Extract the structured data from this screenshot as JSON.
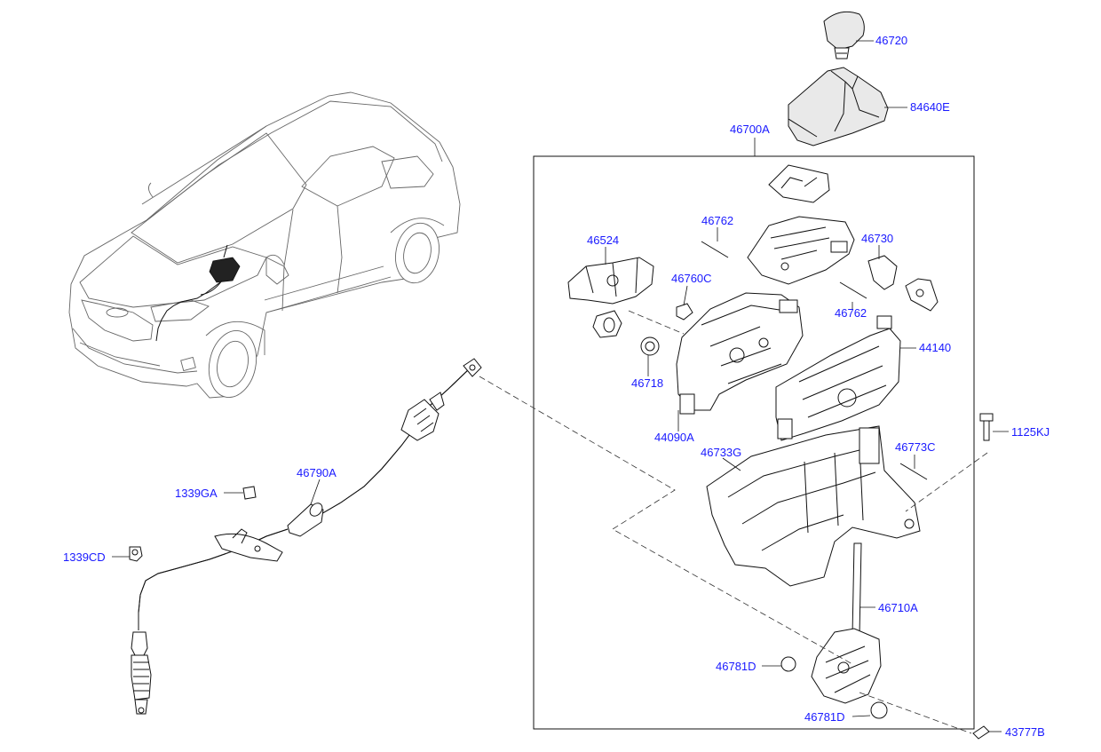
{
  "diagram": {
    "assembly_label": "46700A",
    "labels": [
      {
        "code": "46720"
      },
      {
        "code": "84640E"
      },
      {
        "code": "46700A"
      },
      {
        "code": "46762"
      },
      {
        "code": "46730"
      },
      {
        "code": "46524"
      },
      {
        "code": "46760C"
      },
      {
        "code": "46762"
      },
      {
        "code": "44140"
      },
      {
        "code": "46718"
      },
      {
        "code": "44090A"
      },
      {
        "code": "46733G"
      },
      {
        "code": "46773C"
      },
      {
        "code": "1125KJ"
      },
      {
        "code": "46790A"
      },
      {
        "code": "1339GA"
      },
      {
        "code": "1339CD"
      },
      {
        "code": "46710A"
      },
      {
        "code": "46781D"
      },
      {
        "code": "46781D"
      },
      {
        "code": "43777B"
      }
    ]
  }
}
